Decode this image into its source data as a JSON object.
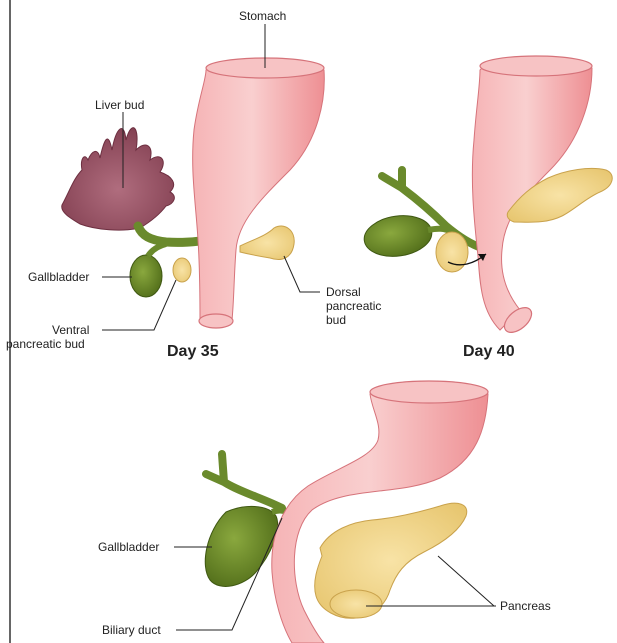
{
  "labels": {
    "stomach": "Stomach",
    "liver_bud": "Liver bud",
    "gallbladder_top": "Gallbladder",
    "ventral_line1": "Ventral",
    "ventral_line2": "pancreatic bud",
    "dorsal_line1": "Dorsal",
    "dorsal_line2": "pancreatic",
    "dorsal_line3": "bud",
    "day35": "Day 35",
    "day40": "Day 40",
    "gallbladder_bottom": "Gallbladder",
    "pancreas": "Pancreas",
    "biliary_duct": "Biliary duct"
  },
  "colors": {
    "stomach": "#f29a9c",
    "stomach_light": "#f7c3c4",
    "liver": "#9b4f63",
    "duct_green": "#6a8a2c",
    "gallbladder": "#5f7f22",
    "pancreas": "#f0d080"
  }
}
